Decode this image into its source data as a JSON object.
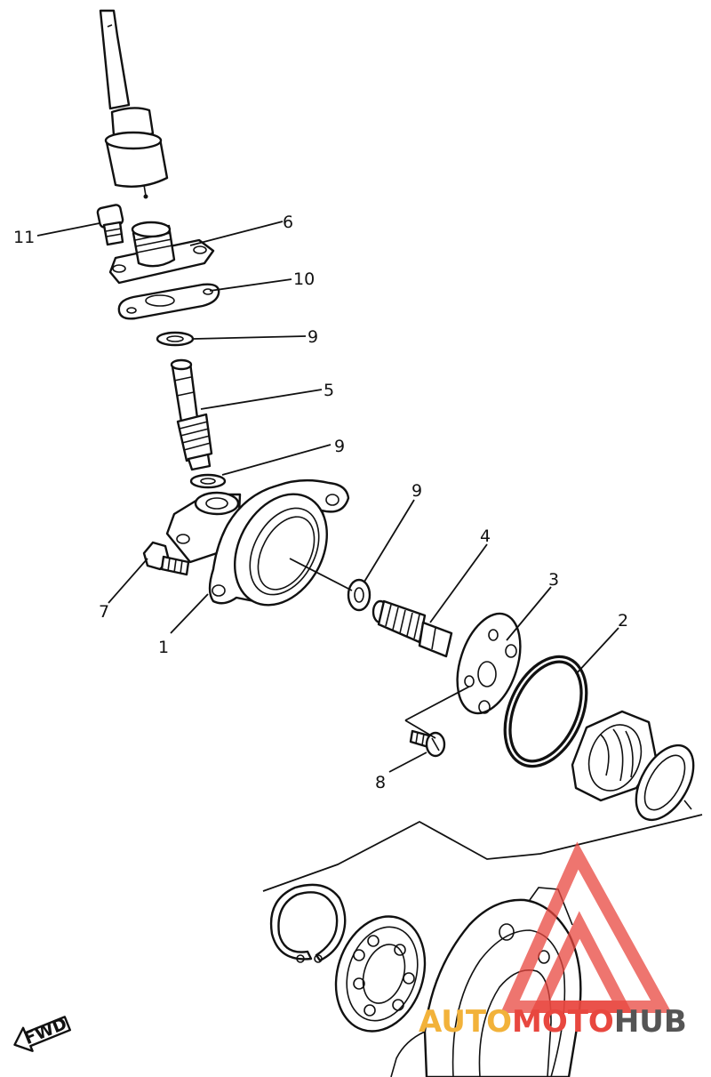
{
  "diagram": {
    "callouts": [
      {
        "id": "1",
        "label": "1"
      },
      {
        "id": "2",
        "label": "2"
      },
      {
        "id": "3",
        "label": "3"
      },
      {
        "id": "4",
        "label": "4"
      },
      {
        "id": "5",
        "label": "5"
      },
      {
        "id": "6",
        "label": "6"
      },
      {
        "id": "7",
        "label": "7"
      },
      {
        "id": "8",
        "label": "8"
      },
      {
        "id": "9a",
        "label": "9"
      },
      {
        "id": "9b",
        "label": "9"
      },
      {
        "id": "9c",
        "label": "9"
      },
      {
        "id": "10",
        "label": "10"
      },
      {
        "id": "11",
        "label": "11"
      }
    ],
    "fwd_arrow": "FWD"
  },
  "watermark": {
    "part1": "AUTO",
    "part2": "MOTO",
    "part3": "HUB",
    "colors": {
      "part1": "#f2b23a",
      "part2": "#e8473f",
      "part3": "#555555"
    }
  }
}
